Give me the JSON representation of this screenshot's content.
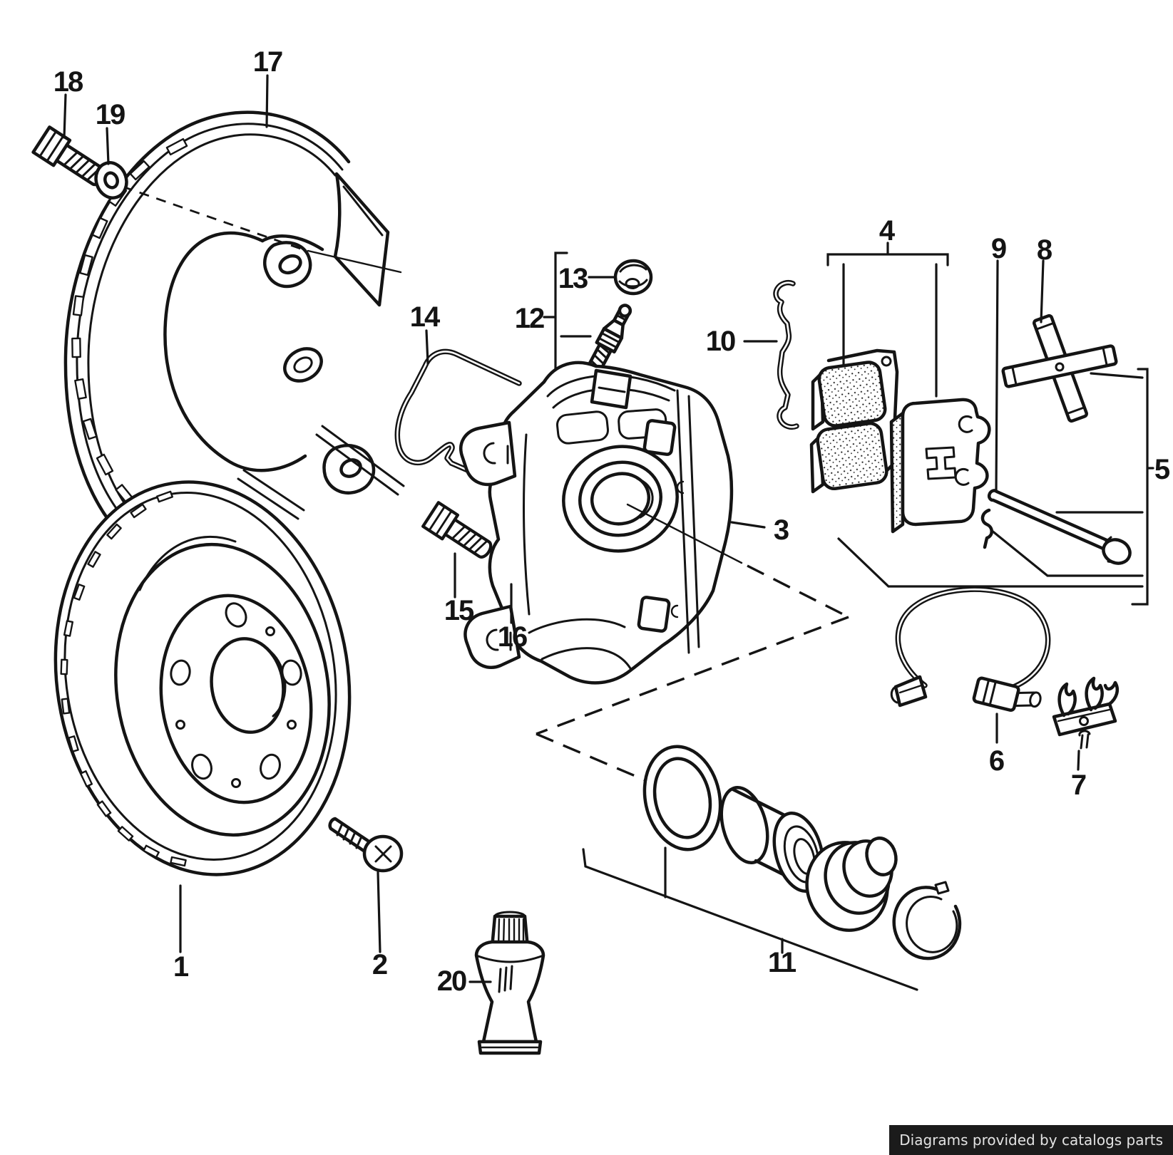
{
  "page": {
    "background": "#ffffff",
    "line_color": "#141414"
  },
  "footer": {
    "text": "Diagrams provided by catalogs parts",
    "background": "#1b1b1b",
    "color": "#e3e3e3"
  },
  "diagram": {
    "type": "exploded-parts-line-drawing",
    "subject": "Disc brake assembly: brake disc, splash shield, caliper, brake pads, retaining pin kit, piston repair kit, brake hose, fasteners and grease tube",
    "callouts": {
      "p1": "1",
      "p2": "2",
      "p3": "3",
      "p4": "4",
      "p5": "5",
      "p6": "6",
      "p7": "7",
      "p8": "8",
      "p9": "9",
      "p10": "10",
      "p11": "11",
      "p12": "12",
      "p13": "13",
      "p14": "14",
      "p15": "15",
      "p16": "16",
      "p17": "17",
      "p18": "18",
      "p19": "19",
      "p20": "20"
    }
  }
}
